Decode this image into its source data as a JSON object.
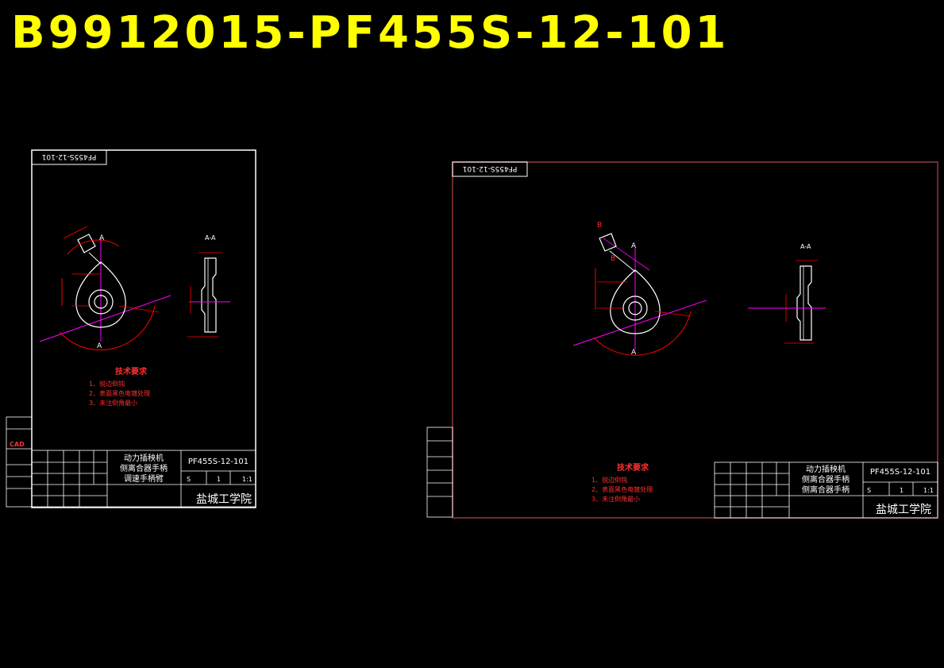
{
  "headline": "B9912015-PF455S-12-101",
  "sheet_left": {
    "mirrored_code": "PF455S-12-101",
    "section_label": "A",
    "section_view_label": "A-A",
    "tech_title": "技术要求",
    "tech_notes": [
      "1、锐边倒钝",
      "2、表面黑色电镀处理",
      "3、未注倒角最小"
    ],
    "title_block": {
      "line1": "动力插秧机",
      "line2": "侧离合器手柄",
      "line3": "调速手柄臂",
      "code": "PF455S-12-101",
      "scale": "1:1",
      "qty": "1",
      "mark": "S",
      "school": "盐城工学院",
      "cad_tag": "CAD"
    }
  },
  "sheet_right": {
    "mirrored_code": "PF455S-12-101",
    "section_label": "A",
    "detail_label": "B",
    "section_view_label": "A-A",
    "tech_title": "技术要求",
    "tech_notes": [
      "1、锐边倒钝",
      "2、表面黑色电镀处理",
      "3、未注倒角最小"
    ],
    "title_block": {
      "line1": "动力插秧机",
      "line2": "侧离合器手柄",
      "line3": "侧离合器手柄",
      "code": "PF455S-12-101",
      "scale": "1:1",
      "qty": "1",
      "mark": "S",
      "school": "盐城工学院"
    }
  },
  "colors": {
    "background": "#000000",
    "headline": "#ffff00",
    "left_frame": "#ffffff",
    "right_frame": "#6b2c2c",
    "part_outline": "#ffffff",
    "dimension": "#ff0000",
    "centerline": "#ff00ff",
    "text_red": "#ff3030"
  }
}
